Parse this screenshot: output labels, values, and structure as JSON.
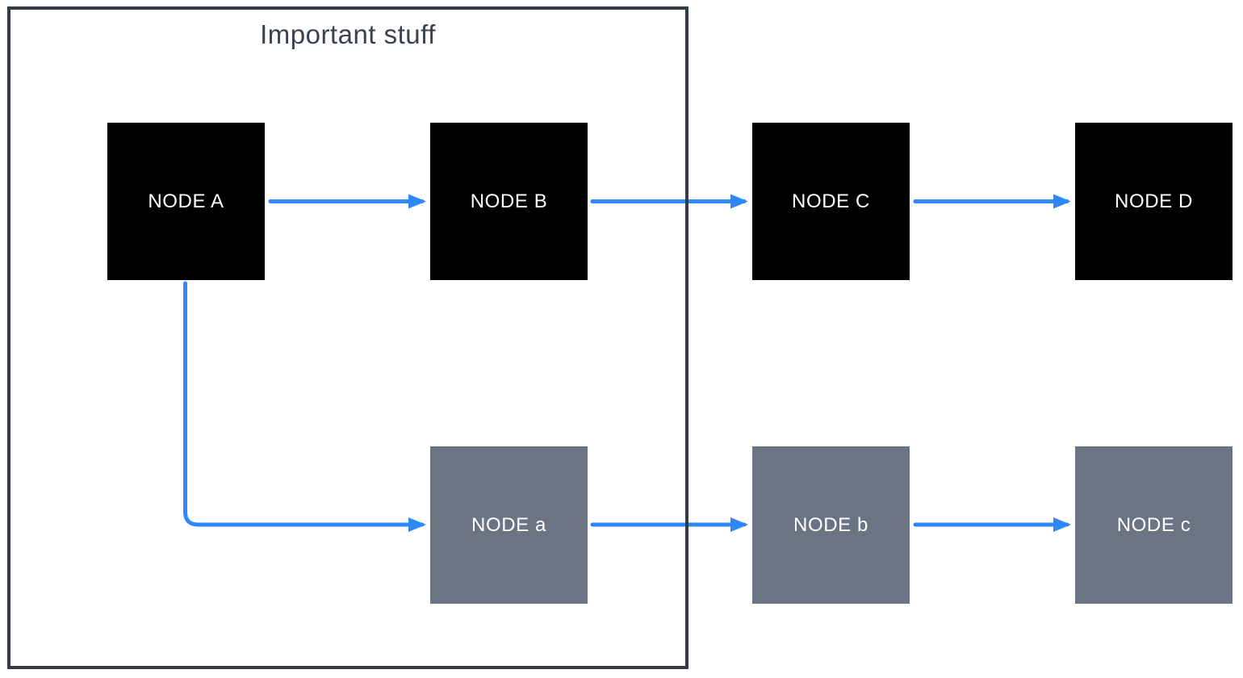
{
  "diagram": {
    "group": {
      "label": "Important stuff",
      "members": [
        "node-A",
        "node-B",
        "node-a"
      ]
    },
    "nodes": [
      {
        "id": "node-A",
        "label": "NODE A",
        "variant": "primary"
      },
      {
        "id": "node-B",
        "label": "NODE B",
        "variant": "primary"
      },
      {
        "id": "node-C",
        "label": "NODE C",
        "variant": "primary"
      },
      {
        "id": "node-D",
        "label": "NODE D",
        "variant": "primary"
      },
      {
        "id": "node-a",
        "label": "NODE a",
        "variant": "secondary"
      },
      {
        "id": "node-b",
        "label": "NODE b",
        "variant": "secondary"
      },
      {
        "id": "node-c",
        "label": "NODE c",
        "variant": "secondary"
      }
    ],
    "edges": [
      {
        "from": "node-A",
        "to": "node-B"
      },
      {
        "from": "node-B",
        "to": "node-C"
      },
      {
        "from": "node-C",
        "to": "node-D"
      },
      {
        "from": "node-A",
        "to": "node-a"
      },
      {
        "from": "node-a",
        "to": "node-b"
      },
      {
        "from": "node-b",
        "to": "node-c"
      }
    ],
    "colors": {
      "primary_node_fill": "#000000",
      "secondary_node_fill": "#6B7483",
      "node_text": "#FFFFFF",
      "arrow": "#2F88F7",
      "group_border": "#343B47",
      "group_title_text": "#3A4250",
      "background": "#FFFFFF"
    }
  }
}
